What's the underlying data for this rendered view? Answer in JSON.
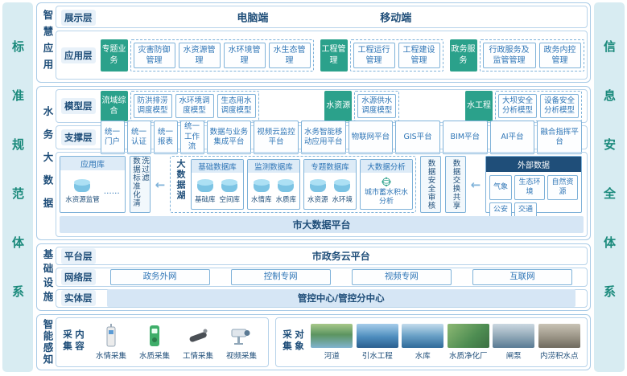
{
  "colors": {
    "accent_green": "#2ba18b",
    "navy": "#1f4e79",
    "box_blue": "#2e75b6",
    "sidebar_bg": "#d8ecf2",
    "sidebar_text": "#1b8a7c",
    "bar_bg": "#d6e6f5"
  },
  "icons": {
    "arrow_left": "←"
  },
  "sidebars": {
    "left": "标准规范体系",
    "right": "信息安全体系"
  },
  "app": {
    "label": "智慧应用",
    "display": {
      "label": "展示层",
      "pc": "电脑端",
      "mobile": "移动端"
    },
    "applayer": {
      "label": "应用层",
      "groups": [
        {
          "head": "专题业务",
          "items": [
            "灾害防御管理",
            "水资源管理",
            "水环境管理",
            "水生态管理"
          ]
        },
        {
          "head": "工程管理",
          "items": [
            "工程运行管理",
            "工程建设管理"
          ]
        },
        {
          "head": "政务服务",
          "items": [
            "行政服务及监管管理",
            "政务内控管理"
          ]
        }
      ]
    }
  },
  "bigdata": {
    "label": "水务大数据",
    "model": {
      "label": "模型层",
      "groups": [
        {
          "head": "流域综合",
          "items": [
            "防洪排涝调度模型",
            "水环境调度模型",
            "生态用水调度模型"
          ]
        },
        {
          "head": "水资源",
          "items": [
            "水源供水调度模型"
          ]
        },
        {
          "head": "水工程",
          "items": [
            "大坝安全分析模型",
            "设备安全分析模型"
          ]
        }
      ]
    },
    "support": {
      "label": "支撑层",
      "items": [
        "统一门户",
        "统一认证",
        "统一报表",
        "统一工作流",
        "数据与业务集成平台",
        "视频云监控平台",
        "水务智能移动应用平台",
        "物联网平台",
        "GIS平台",
        "BIM平台",
        "AI平台",
        "融合指挥平台"
      ]
    },
    "flow": {
      "appdb": {
        "title": "应用库",
        "cylinder": "水资源监管",
        "more": "……"
      },
      "filter": "数据标准化清洗过滤",
      "lake": {
        "label": "大数据湖",
        "groups": [
          {
            "title": "基础数据库",
            "cylinders": [
              "基础库",
              "空间库"
            ]
          },
          {
            "title": "监测数据库",
            "cylinders": [
              "水情库",
              "水质库"
            ]
          },
          {
            "title": "专题数据库",
            "cylinders": [
              "水资源",
              "水环境"
            ]
          },
          {
            "title": "大数据分析",
            "text": "城市蓄水积水分析"
          }
        ]
      },
      "audit": "数据安全审核",
      "exchange": "数据交换共享",
      "external": {
        "title": "外部数据",
        "items": [
          "气象",
          "生态环境",
          "自然资源",
          "公安",
          "交通"
        ]
      }
    },
    "bar": "市大数据平台"
  },
  "infra": {
    "label": "基础设施",
    "platform": {
      "label": "平台层",
      "value": "市政务云平台"
    },
    "network": {
      "label": "网络层",
      "items": [
        "政务外网",
        "控制专网",
        "视频专网",
        "互联网"
      ]
    },
    "entity": {
      "label": "实体层",
      "value": "管控中心/管控分中心"
    }
  },
  "sense": {
    "label": "智能感知",
    "content": {
      "label": "采集内容",
      "items": [
        "水情采集",
        "水质采集",
        "工情采集",
        "视频采集"
      ]
    },
    "objects": {
      "label": "采集对象",
      "items": [
        "河道",
        "引水工程",
        "水库",
        "水质净化厂",
        "闸泵",
        "内涝积水点"
      ]
    }
  }
}
